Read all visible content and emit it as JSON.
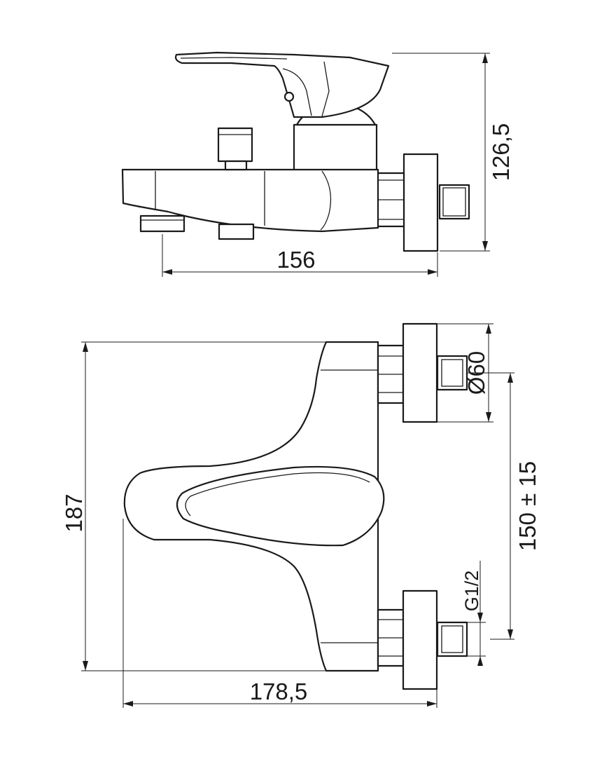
{
  "dimensions": {
    "top_view_height": "126,5",
    "top_view_width": "156",
    "front_view_width": "178,5",
    "front_view_height": "187",
    "rosette_diameter": "Ø60",
    "inlet_spacing": "150 ± 15",
    "thread": "G1/2"
  },
  "colors": {
    "line": "#1a1a1a",
    "background": "#ffffff"
  }
}
